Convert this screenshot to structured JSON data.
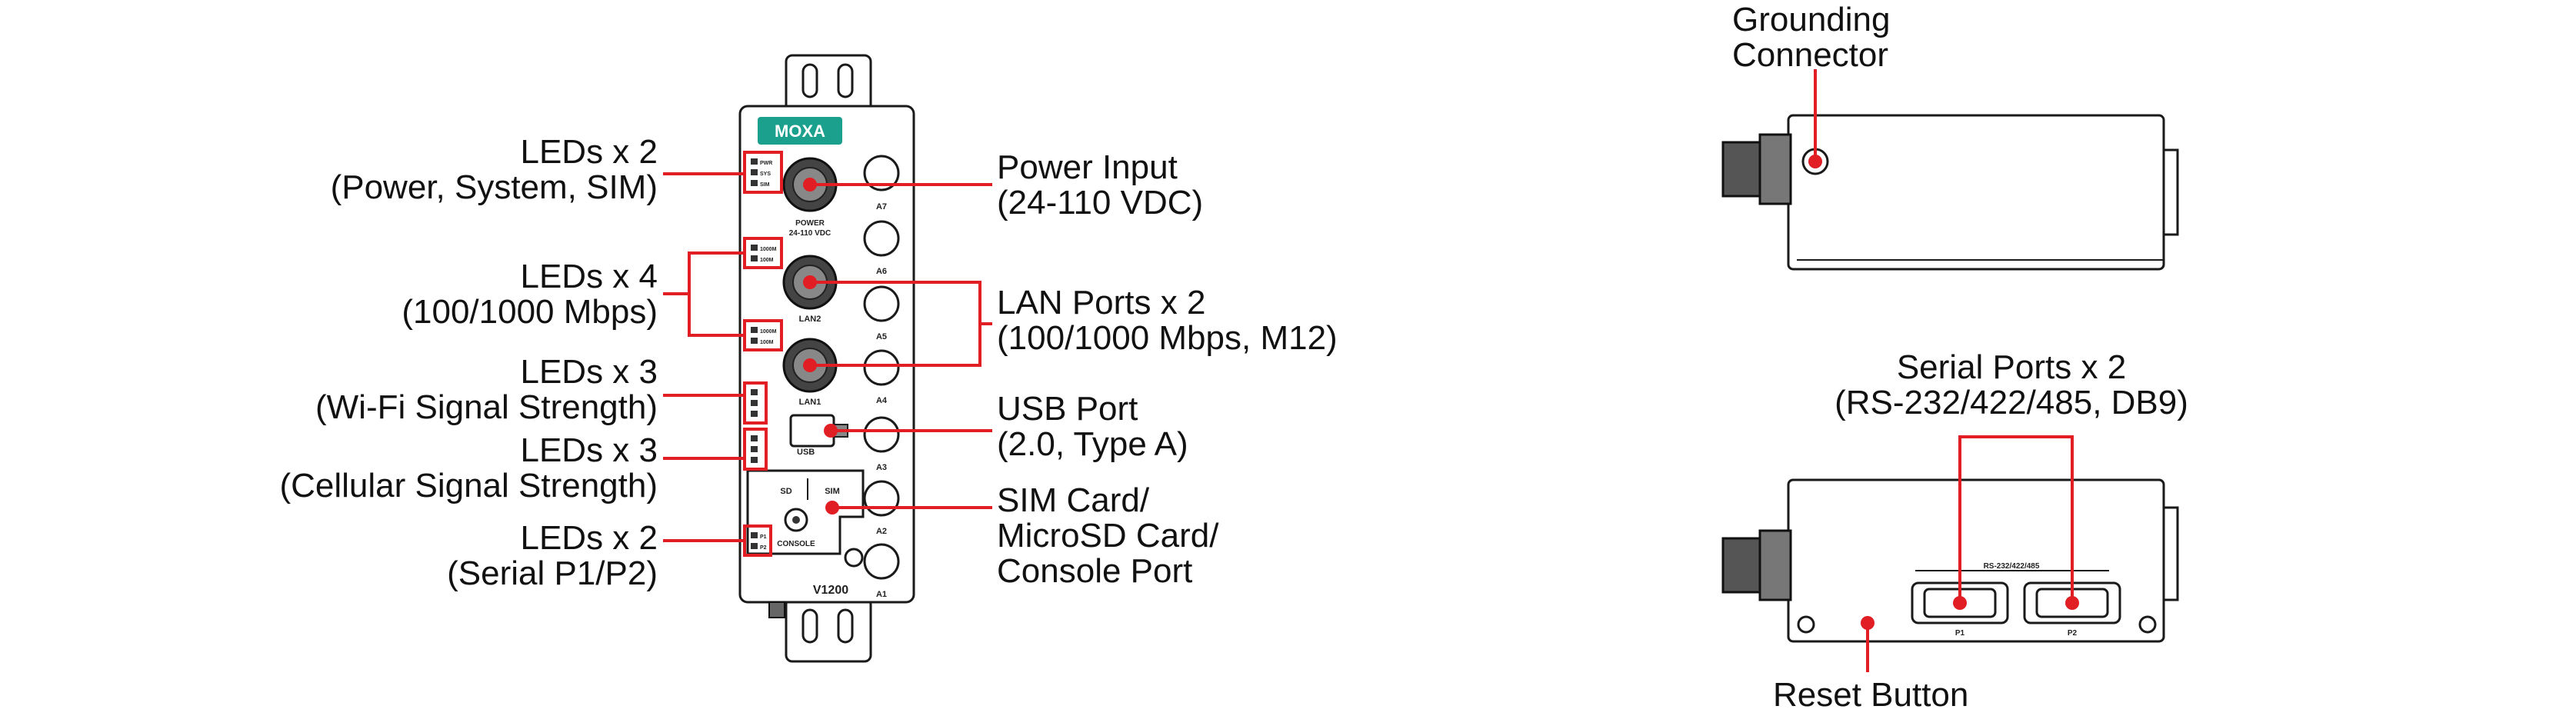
{
  "callouts": {
    "leds_power": {
      "line1": "LEDs x 2",
      "line2": "(Power, System, SIM)"
    },
    "leds_lan": {
      "line1": "LEDs x 4",
      "line2": "(100/1000 Mbps)"
    },
    "leds_wifi": {
      "line1": "LEDs x 3",
      "line2": "(Wi-Fi Signal Strength)"
    },
    "leds_cell": {
      "line1": "LEDs x 3",
      "line2": "(Cellular Signal Strength)"
    },
    "leds_serial": {
      "line1": "LEDs x 2",
      "line2": "(Serial P1/P2)"
    },
    "power_input": {
      "line1": "Power Input",
      "line2": "(24-110 VDC)"
    },
    "lan_ports": {
      "line1": "LAN Ports x 2",
      "line2": "(100/1000 Mbps, M12)"
    },
    "usb_port": {
      "line1": "USB Port",
      "line2": "(2.0, Type A)"
    },
    "sim_card": {
      "line1": "SIM Card/",
      "line2": "MicroSD Card/",
      "line3": "Console Port"
    },
    "grounding": {
      "line1": "Grounding",
      "line2": "Connector"
    },
    "serial_ports": {
      "line1": "Serial Ports x 2",
      "line2": "(RS-232/422/485, DB9)"
    },
    "reset": {
      "line1": "Reset Button"
    }
  },
  "device": {
    "logo": "MOXA",
    "model": "V1200",
    "power_label": "POWER",
    "power_voltage": "24-110 VDC",
    "lan2": "LAN2",
    "lan1": "LAN1",
    "usb": "USB",
    "sd": "SD",
    "sim": "SIM",
    "console": "CONSOLE",
    "antennas": [
      "A7",
      "A6",
      "A5",
      "A4",
      "A3",
      "A2",
      "A1"
    ],
    "led_labels": {
      "pwr": "PWR",
      "sys": "SYS",
      "sim": "SIM",
      "m1000": "1000M",
      "m100": "100M",
      "p1": "P1",
      "p2": "P2"
    },
    "serial_header": "RS-232/422/485",
    "port_p1": "P1",
    "port_p2": "P2"
  },
  "colors": {
    "accent_red": "#e01e24",
    "moxa_teal": "#1aa08c",
    "line": "#1a1a1a"
  }
}
